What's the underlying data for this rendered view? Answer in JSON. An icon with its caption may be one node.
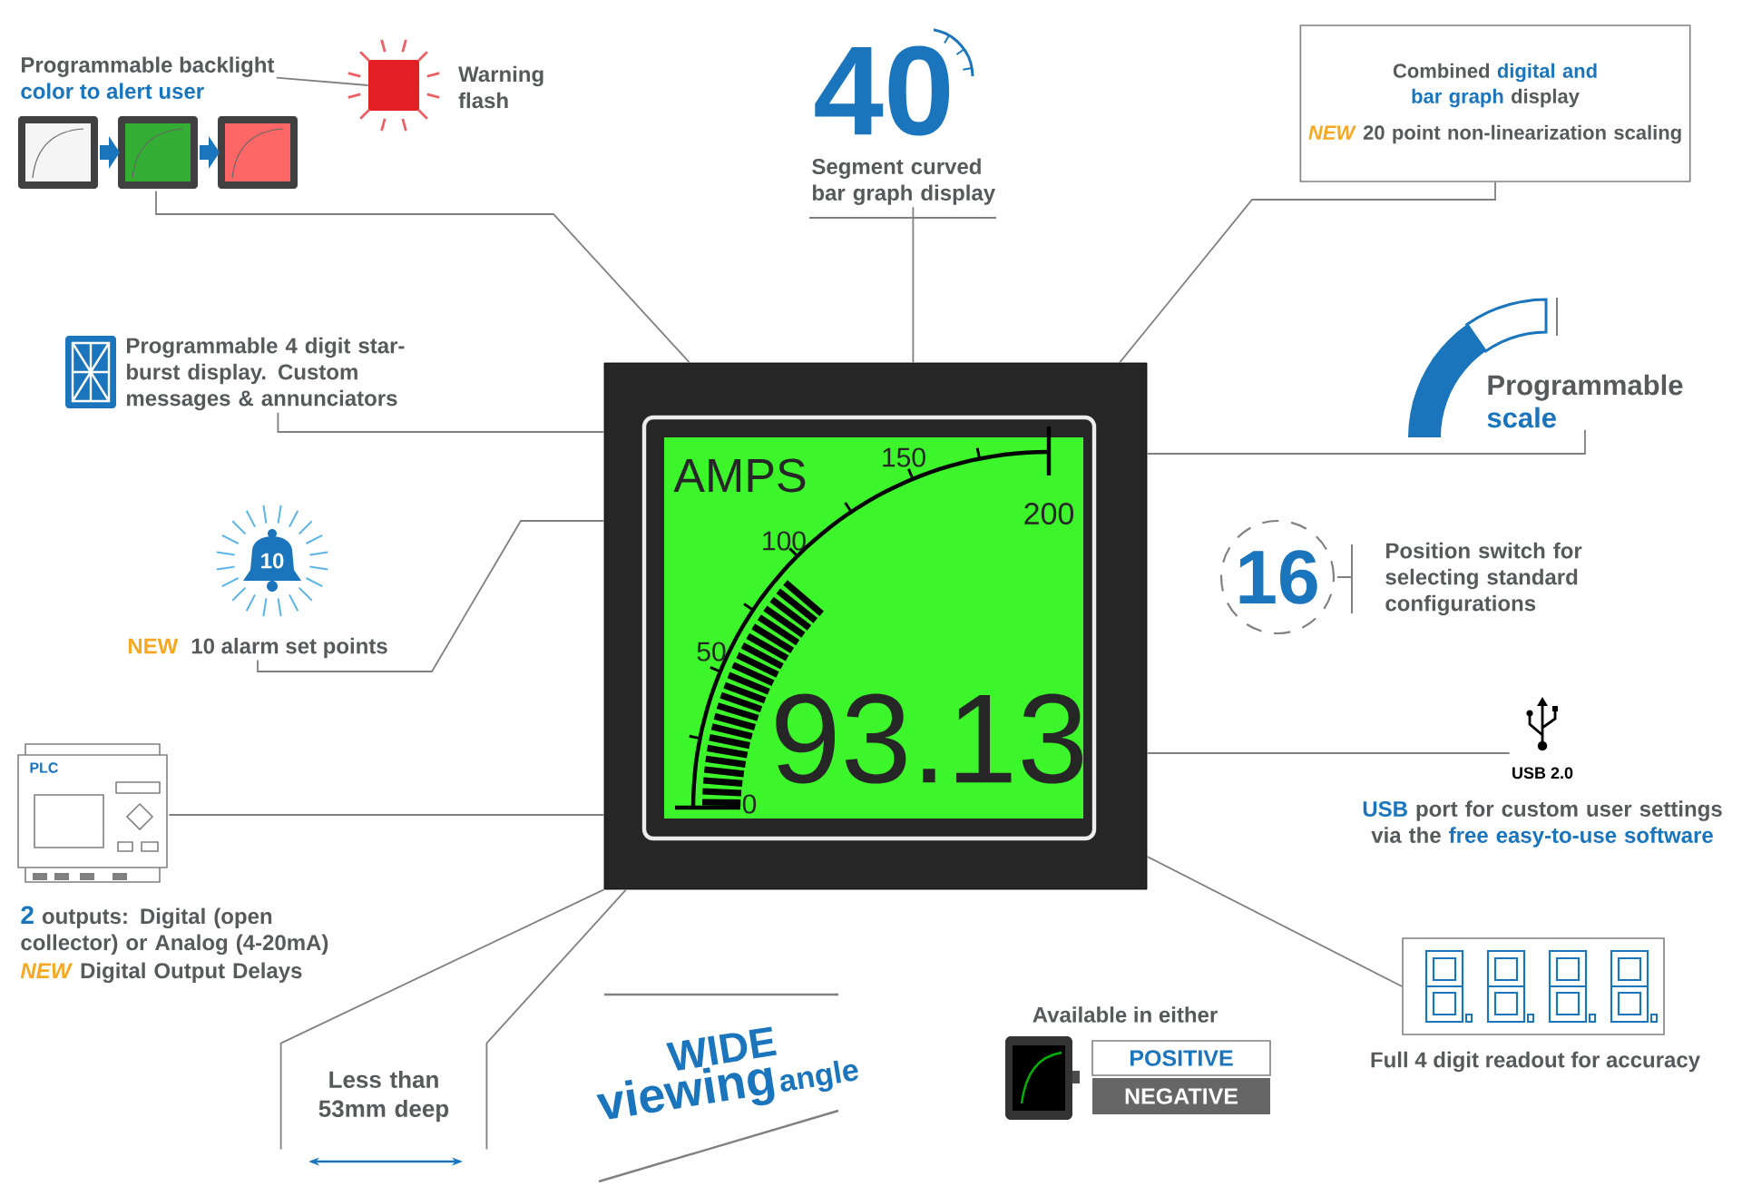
{
  "diagram": {
    "nodes": [
      {
        "text": [
          "AMPS",
          "150",
          "200",
          "100",
          "50",
          "93.13",
          "0"
        ]
      },
      {
        "text": [
          "Programmable backlight",
          "color to alert user"
        ]
      },
      {
        "text": [],
        "shape": "box",
        "beside": [
          "Warning flash"
        ]
      },
      {
        "text": [],
        "shape": "picture"
      },
      {
        "text": [
          "40",
          "Segment curved bar graph display"
        ]
      },
      {
        "text": [
          "Combined",
          "digital and bar graph",
          "display",
          "*NEW*",
          "20 point non-linearization scaling"
        ]
      },
      {
        "text": [
          "Programmable 4 digit star-burst display. Custom messages & annunciators"
        ]
      },
      {
        "text": [
          "Programmable",
          "scale"
        ]
      },
      {
        "text": [
          "10",
          "NEW",
          "10 alarm set points"
        ]
      },
      {
        "text": [
          "16",
          "Position switch for selecting standard configurations"
        ]
      },
      {
        "text": [
          "PLC"
        ],
        "beside": [
          "2",
          "outputs: Digital (open collector) or Analog (4-20mA)",
          "*NEW*",
          "Digital Output Delays"
        ]
      },
      {
        "text": [
          "USB 2.0"
        ],
        "beside": [
          "USB",
          "port for custom user settings via the",
          "free easy-to-use software"
        ]
      },
      {
        "text": [
          "Less than 53mm deep"
        ]
      },
      {
        "text": [
          "WIDE",
          "viewing",
          "angle"
        ]
      },
      {
        "text": [
          "Available in either"
        ]
      },
      {
        "text": [
          "POSITIVE"
        ]
      },
      {
        "text": [
          "NEGATIVE"
        ]
      },
      {
        "text": [],
        "shape": "box",
        "beside": [
          "Full 4 digit readout for accuracy"
        ]
      }
    ],
    "edges": [
      {
        "from": 1,
        "to": 2,
        "arrow": "none"
      },
      {
        "from": 3,
        "to": 0,
        "arrow": "none"
      },
      {
        "from": 4,
        "to": 0,
        "arrow": "none"
      },
      {
        "from": 5,
        "to": 0,
        "arrow": "none"
      },
      {
        "from": 6,
        "to": 0,
        "arrow": "none"
      },
      {
        "from": 7,
        "to": 0,
        "arrow": "none"
      },
      {
        "from": 8,
        "to": 0,
        "arrow": "none"
      },
      {
        "from": 10,
        "to": 0,
        "arrow": "none"
      },
      {
        "from": 11,
        "to": 0,
        "arrow": "none"
      },
      {
        "from": 12,
        "to": 0,
        "arrow": "none"
      },
      {
        "from": 12,
        "to": 0,
        "arrow": "none"
      },
      {
        "from": 17,
        "to": 0,
        "arrow": "none"
      }
    ]
  }
}
